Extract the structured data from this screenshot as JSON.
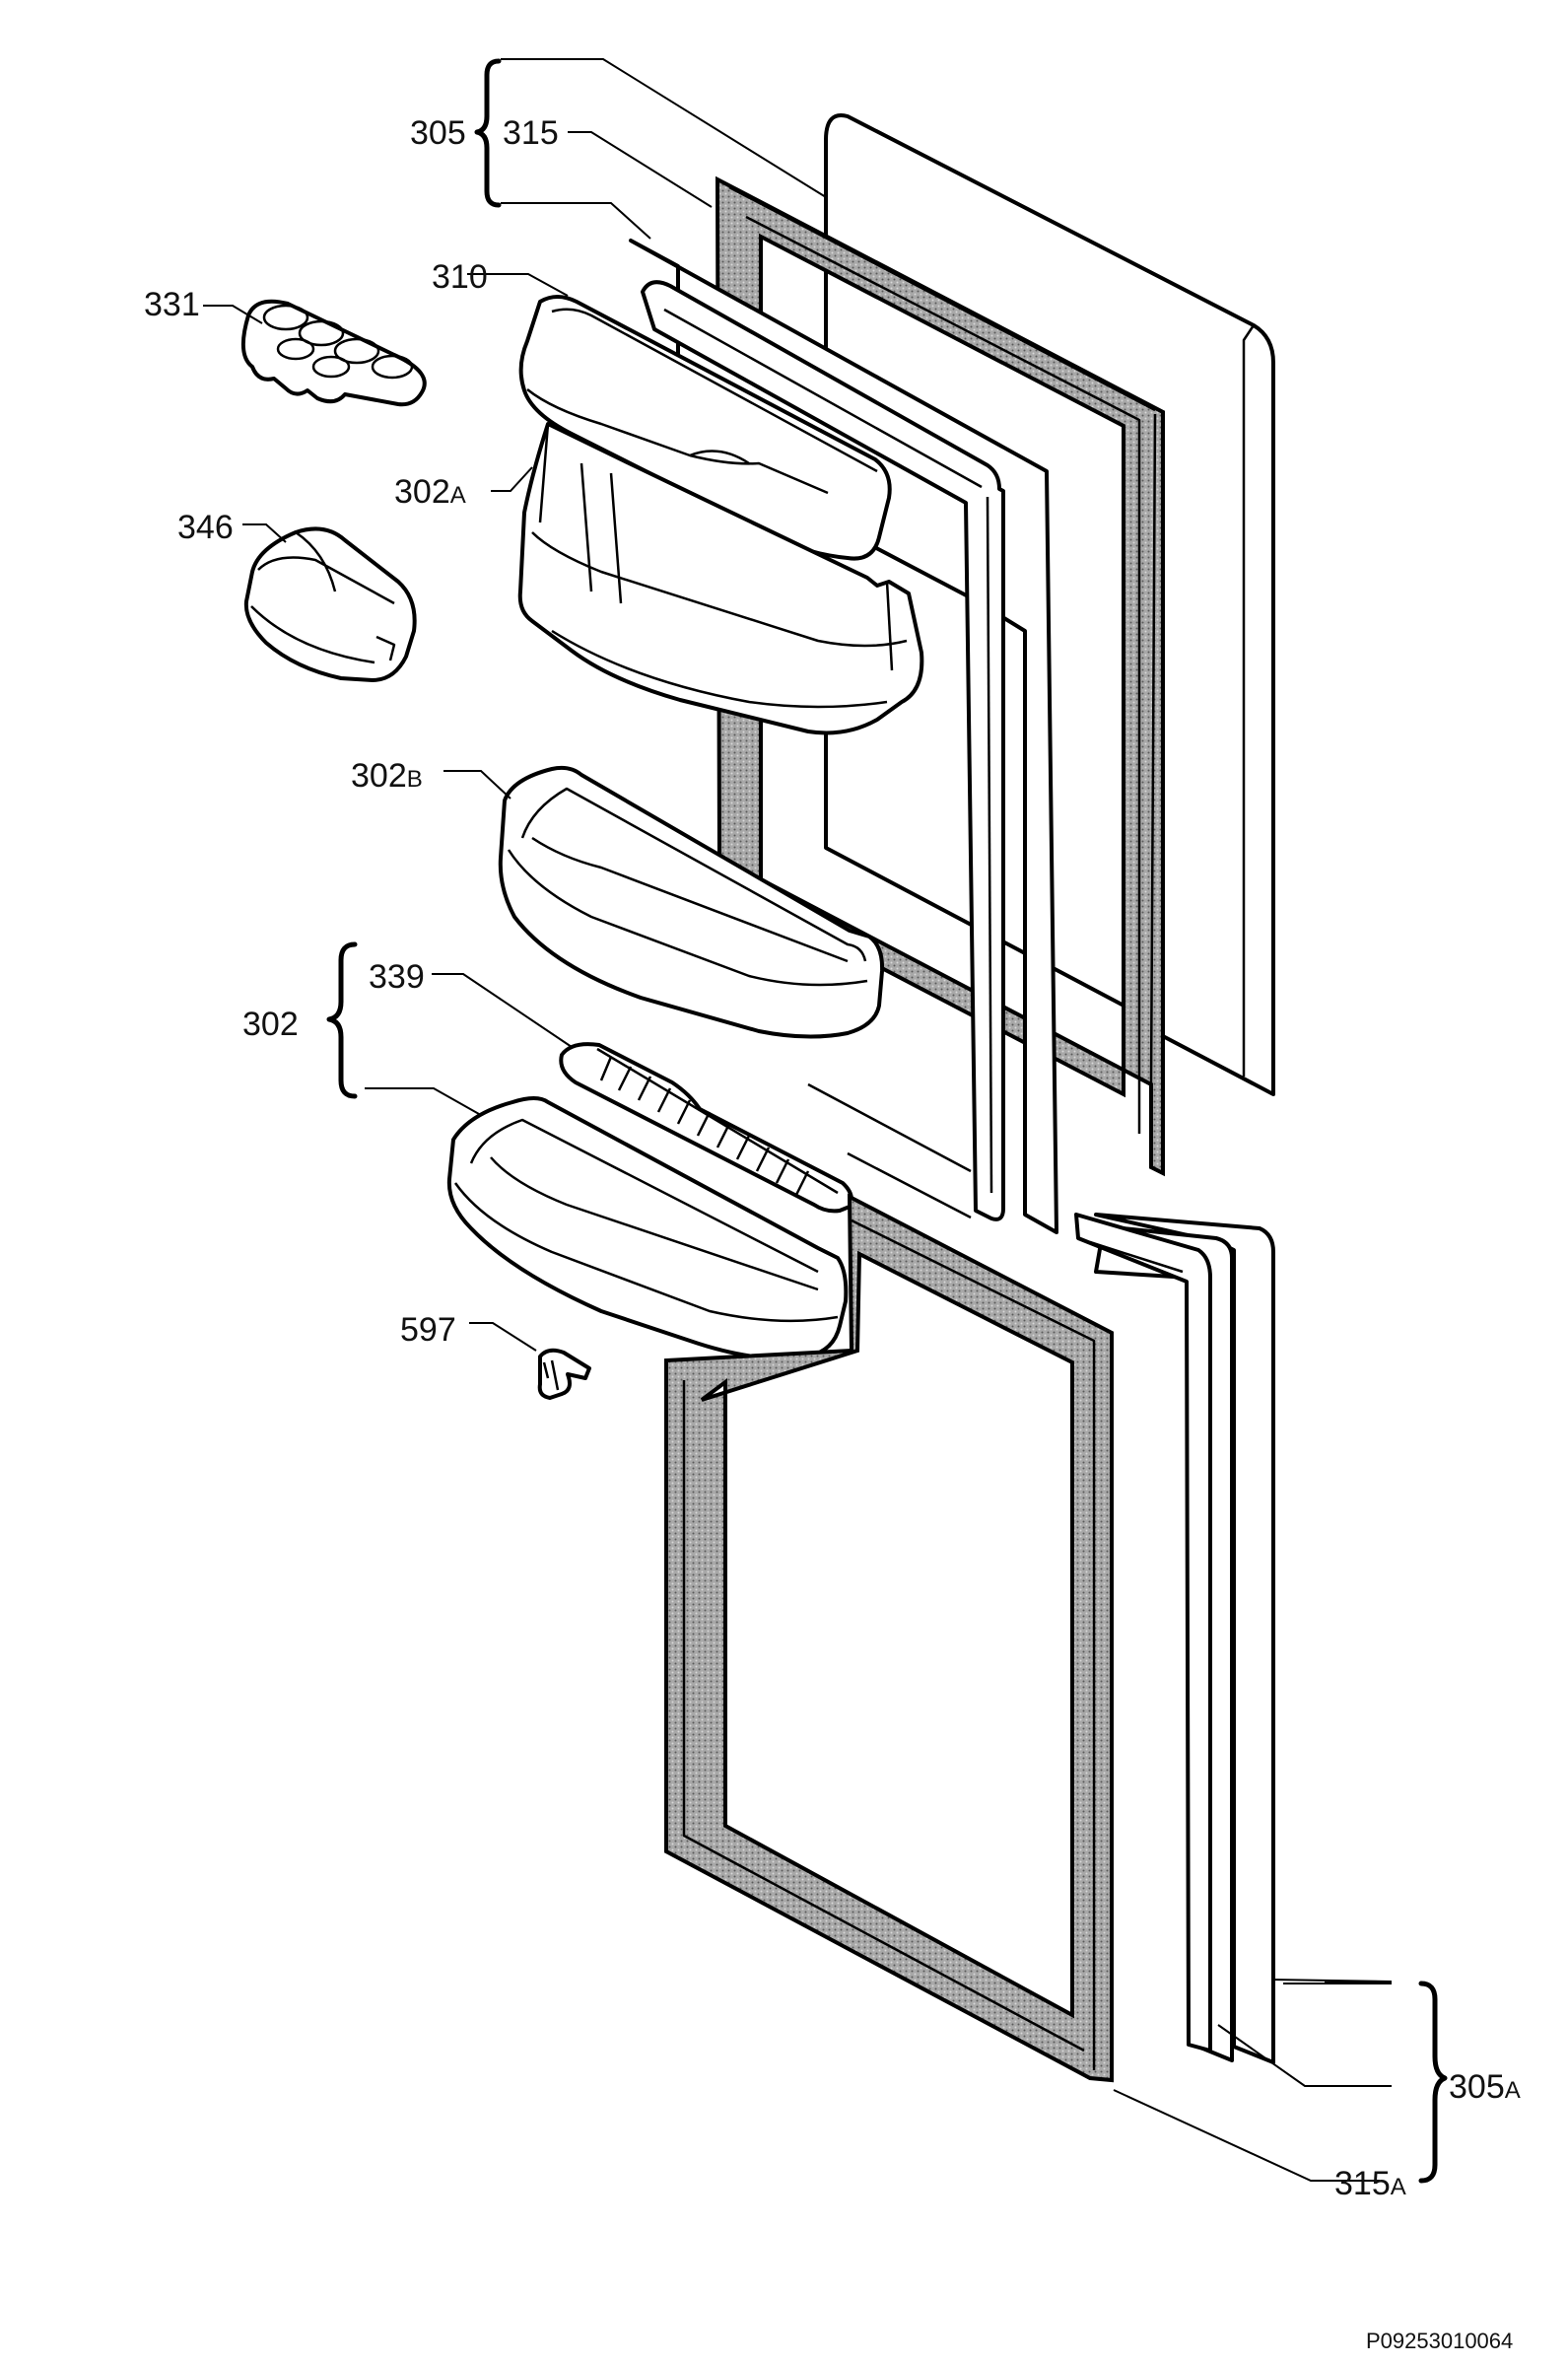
{
  "labels": {
    "l305": "305",
    "l315": "315",
    "l310": "310",
    "l331": "331",
    "l302a": "302",
    "l302a_suffix": "A",
    "l346": "346",
    "l302b": "302",
    "l302b_suffix": "B",
    "l339": "339",
    "l302": "302",
    "l597": "597",
    "l305a": "305",
    "l305a_suffix": "A",
    "l315a": "315",
    "l315a_suffix": "A"
  },
  "drawing_code": "P09253010064"
}
